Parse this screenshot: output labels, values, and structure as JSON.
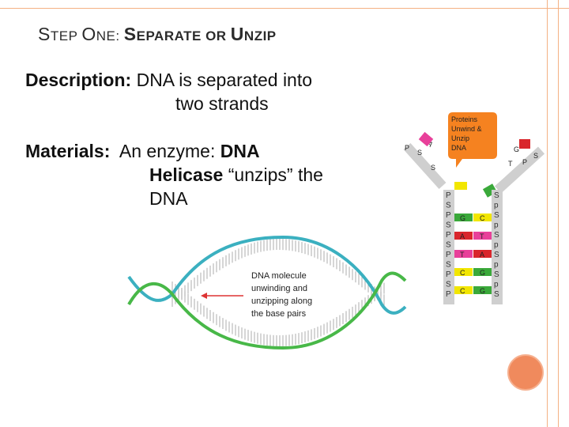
{
  "slide": {
    "title": {
      "step_s": "S",
      "step_rest": "TEP ",
      "one_o": "O",
      "one_rest": "NE: ",
      "sep_s": "S",
      "sep_rest": "EPARATE ",
      "or": "OR ",
      "unzip_u": "U",
      "unzip_rest": "NZIP"
    },
    "description": {
      "label": "Description:",
      "line1": "DNA is separated into",
      "line2": "two strands"
    },
    "materials": {
      "label": "Materials:",
      "line1_pre": "An enzyme: ",
      "line1_bold": "DNA",
      "line2_bold": "Helicase",
      "line2_rest": " “unzips” the",
      "line3": "DNA"
    }
  },
  "diagram_left": {
    "caption_lines": [
      "DNA molecule",
      "unwinding and",
      "unzipping along",
      "the base pairs"
    ]
  },
  "diagram_right": {
    "label_lines": [
      "Proteins",
      "Unwind &",
      "Unzip",
      "DNA"
    ],
    "left_strand_letters": [
      "P",
      "S",
      "P",
      "S",
      "P",
      "S",
      "P",
      "S",
      "P",
      "S",
      "P"
    ],
    "right_strand_letters": [
      "S",
      "p",
      "S",
      "p",
      "S",
      "p",
      "S",
      "p",
      "S",
      "p",
      "S"
    ],
    "base_pairs": [
      {
        "left": "G",
        "right": "C"
      },
      {
        "left": "A",
        "right": "T"
      },
      {
        "left": "T",
        "right": "A"
      },
      {
        "left": "C",
        "right": "G"
      },
      {
        "left": "C",
        "right": "G"
      }
    ],
    "top_left_letters": [
      "A",
      "S",
      "P",
      "S"
    ],
    "top_right_letters": [
      "T",
      "P",
      "S",
      "G"
    ],
    "colors": {
      "label_bubble": "#f58220",
      "pink": "#e8409a",
      "red": "#d9262c",
      "green": "#3aa93a",
      "yellow": "#f2e600",
      "strand_gray": "#cfcfcf"
    }
  },
  "theme": {
    "frame_color": "#f4b183",
    "circle_color": "#f08a5d"
  }
}
